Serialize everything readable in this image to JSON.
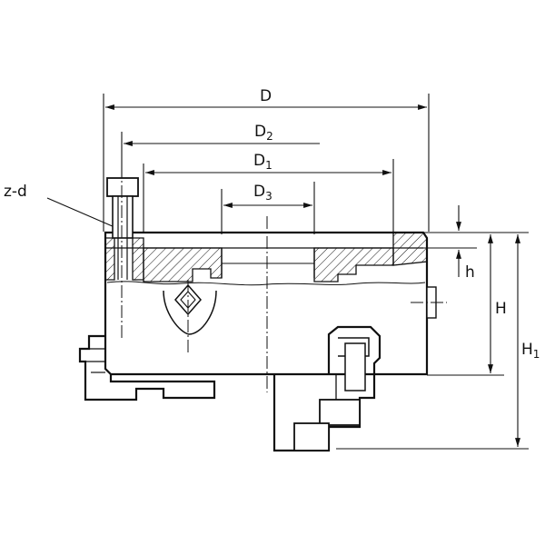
{
  "labels": {
    "D": {
      "main": "D",
      "sub": ""
    },
    "D2": {
      "main": "D",
      "sub": "2"
    },
    "D1": {
      "main": "D",
      "sub": "1"
    },
    "D3": {
      "main": "D",
      "sub": "3"
    },
    "zd": {
      "main": "z-d",
      "sub": ""
    },
    "h": {
      "main": "h",
      "sub": ""
    },
    "H": {
      "main": "H",
      "sub": ""
    },
    "H1": {
      "main": "H",
      "sub": "1"
    }
  }
}
